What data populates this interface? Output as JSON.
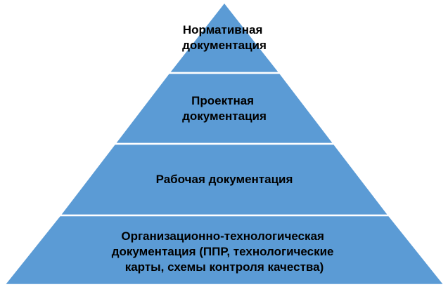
{
  "diagram": {
    "type": "pyramid",
    "fill_color": "#5b9bd5",
    "border_color": "#ffffff",
    "text_color": "#000000",
    "tiers": [
      {
        "lines": [
          "Нормативная",
          "документация"
        ]
      },
      {
        "lines": [
          "Проектная",
          "документация"
        ]
      },
      {
        "lines": [
          "Рабочая документация"
        ]
      },
      {
        "lines": [
          "Организационно-технологическая",
          "документация (ППР, технологические",
          "карты, схемы контроля качества)"
        ]
      }
    ]
  }
}
